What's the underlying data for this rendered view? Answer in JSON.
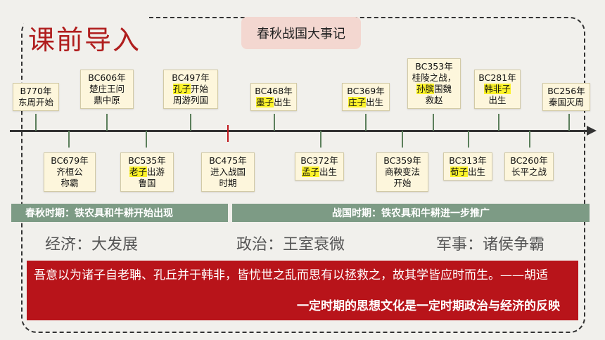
{
  "page": {
    "title": "课前导入",
    "subtitle": "春秋战国大事记"
  },
  "timeline": {
    "above": [
      {
        "lines": [
          "B770年",
          "东周开始"
        ],
        "highlight": ""
      },
      {
        "lines": [
          "BC606年",
          "楚庄王问",
          "鼎中原"
        ],
        "highlight": ""
      },
      {
        "lines": [
          "BC497年",
          "孔子开始",
          "周游列国"
        ],
        "highlight": "孔子"
      },
      {
        "lines": [
          "BC468年",
          "墨子出生"
        ],
        "highlight": "墨子"
      },
      {
        "lines": [
          "BC369年",
          "庄子出生"
        ],
        "highlight": "庄子"
      },
      {
        "lines": [
          "BC353年",
          "桂陵之战，",
          "孙膑围魏",
          "救赵"
        ],
        "highlight": "孙膑"
      },
      {
        "lines": [
          "BC281年",
          "韩非子",
          "出生"
        ],
        "highlight": "韩非子"
      },
      {
        "lines": [
          "BC256年",
          "秦国灭周"
        ],
        "highlight": ""
      }
    ],
    "below": [
      {
        "lines": [
          "BC679年",
          "齐桓公",
          "称霸"
        ],
        "highlight": ""
      },
      {
        "lines": [
          "BC535年",
          "老子出游",
          "鲁国"
        ],
        "highlight": "老子"
      },
      {
        "lines": [
          "BC475年",
          "进入战国",
          "时期"
        ],
        "highlight": ""
      },
      {
        "lines": [
          "BC372年",
          "孟子出生"
        ],
        "highlight": "孟子"
      },
      {
        "lines": [
          "BC359年",
          "商鞅变法",
          "开始"
        ],
        "highlight": ""
      },
      {
        "lines": [
          "BC313年",
          "荀子出生"
        ],
        "highlight": "荀子"
      },
      {
        "lines": [
          "BC260年",
          "长平之战"
        ],
        "highlight": ""
      }
    ]
  },
  "periods": {
    "spring_autumn": "春秋时期：铁农具和牛耕开始出现",
    "warring_states": "战国时期：铁农具和牛耕进一步推广"
  },
  "summary": {
    "economy": "经济：大发展",
    "politics": "政治：王室衰微",
    "military": "军事：诸侯争霸"
  },
  "quote": {
    "text": "吾意以为诸子自老聃、孔丘并于韩非，皆忧世之乱而思有以拯救之，故其学皆应时而生。——胡适",
    "conclusion": "一定时期的思想文化是一定时期政治与经济的反映"
  },
  "colors": {
    "accent_red": "#b8141a",
    "highlight": "#fbf22a",
    "period_band": "#7d9b85",
    "card_bg": "#fdf6dc"
  }
}
